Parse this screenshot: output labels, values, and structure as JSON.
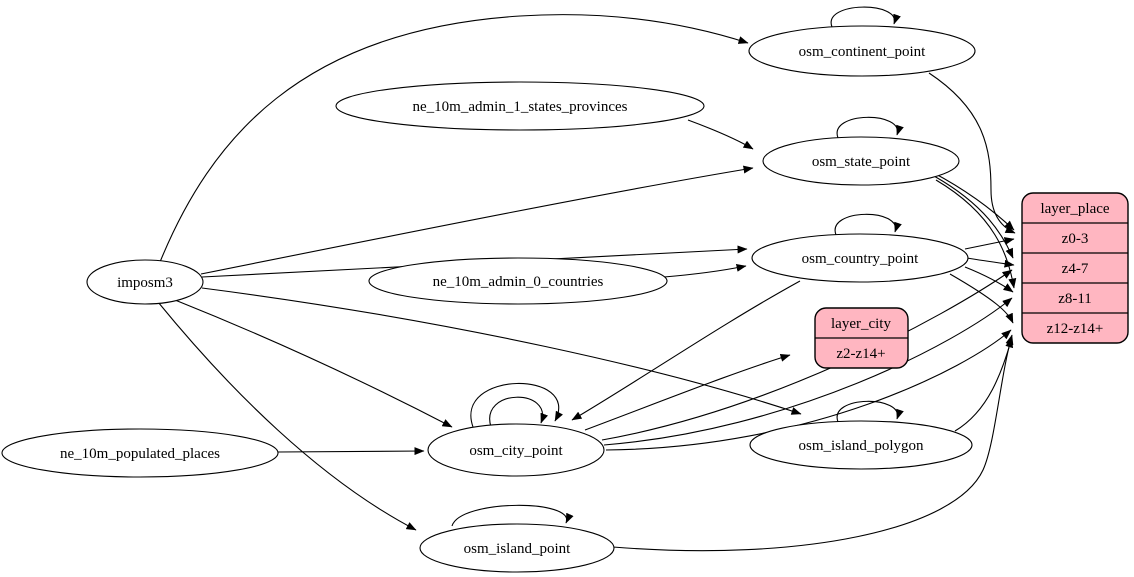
{
  "diagram": {
    "kind": "etl-graph",
    "colors": {
      "background": "#ffffff",
      "node_fill": "#ffffff",
      "record_fill": "#ffb6c1",
      "stroke": "#000000"
    },
    "nodes": {
      "imposm3": {
        "label": "imposm3",
        "shape": "ellipse"
      },
      "ne_10m_admin_1_states_provinces": {
        "label": "ne_10m_admin_1_states_provinces",
        "shape": "ellipse"
      },
      "ne_10m_admin_0_countries": {
        "label": "ne_10m_admin_0_countries",
        "shape": "ellipse"
      },
      "ne_10m_populated_places": {
        "label": "ne_10m_populated_places",
        "shape": "ellipse"
      },
      "osm_continent_point": {
        "label": "osm_continent_point",
        "shape": "ellipse"
      },
      "osm_state_point": {
        "label": "osm_state_point",
        "shape": "ellipse"
      },
      "osm_country_point": {
        "label": "osm_country_point",
        "shape": "ellipse"
      },
      "osm_city_point": {
        "label": "osm_city_point",
        "shape": "ellipse"
      },
      "osm_island_polygon": {
        "label": "osm_island_polygon",
        "shape": "ellipse"
      },
      "osm_island_point": {
        "label": "osm_island_point",
        "shape": "ellipse"
      },
      "layer_city": {
        "label": "layer_city",
        "shape": "record",
        "rows": [
          "z2-z14+"
        ]
      },
      "layer_place": {
        "label": "layer_place",
        "shape": "record",
        "rows": [
          "z0-3",
          "z4-7",
          "z8-11",
          "z12-z14+"
        ]
      }
    },
    "edges": [
      {
        "from": "imposm3",
        "to": "osm_continent_point"
      },
      {
        "from": "imposm3",
        "to": "osm_state_point"
      },
      {
        "from": "imposm3",
        "to": "osm_country_point"
      },
      {
        "from": "imposm3",
        "to": "osm_city_point"
      },
      {
        "from": "imposm3",
        "to": "osm_island_polygon"
      },
      {
        "from": "imposm3",
        "to": "osm_island_point"
      },
      {
        "from": "ne_10m_admin_1_states_provinces",
        "to": "osm_state_point"
      },
      {
        "from": "ne_10m_admin_0_countries",
        "to": "osm_country_point"
      },
      {
        "from": "ne_10m_populated_places",
        "to": "osm_city_point"
      },
      {
        "from": "osm_continent_point",
        "to": "osm_continent_point"
      },
      {
        "from": "osm_state_point",
        "to": "osm_state_point"
      },
      {
        "from": "osm_country_point",
        "to": "osm_country_point"
      },
      {
        "from": "osm_city_point",
        "to": "osm_city_point"
      },
      {
        "from": "osm_city_point",
        "to": "osm_city_point"
      },
      {
        "from": "osm_island_polygon",
        "to": "osm_island_polygon"
      },
      {
        "from": "osm_island_point",
        "to": "osm_island_point"
      },
      {
        "from": "osm_country_point",
        "to": "osm_city_point"
      },
      {
        "from": "osm_city_point",
        "to": "layer_city",
        "port": "z2-z14+"
      },
      {
        "from": "osm_continent_point",
        "to": "layer_place",
        "port": "z0-3"
      },
      {
        "from": "osm_state_point",
        "to": "layer_place",
        "port": "z0-3"
      },
      {
        "from": "osm_country_point",
        "to": "layer_place",
        "port": "z0-3"
      },
      {
        "from": "osm_state_point",
        "to": "layer_place",
        "port": "z4-7"
      },
      {
        "from": "osm_country_point",
        "to": "layer_place",
        "port": "z4-7"
      },
      {
        "from": "osm_city_point",
        "to": "layer_place",
        "port": "z4-7"
      },
      {
        "from": "osm_state_point",
        "to": "layer_place",
        "port": "z8-11"
      },
      {
        "from": "osm_country_point",
        "to": "layer_place",
        "port": "z8-11"
      },
      {
        "from": "osm_city_point",
        "to": "layer_place",
        "port": "z8-11"
      },
      {
        "from": "osm_country_point",
        "to": "layer_place",
        "port": "z12-z14+"
      },
      {
        "from": "osm_city_point",
        "to": "layer_place",
        "port": "z12-z14+"
      },
      {
        "from": "osm_island_polygon",
        "to": "layer_place",
        "port": "z12-z14+"
      },
      {
        "from": "osm_island_point",
        "to": "layer_place",
        "port": "z12-z14+"
      }
    ]
  }
}
